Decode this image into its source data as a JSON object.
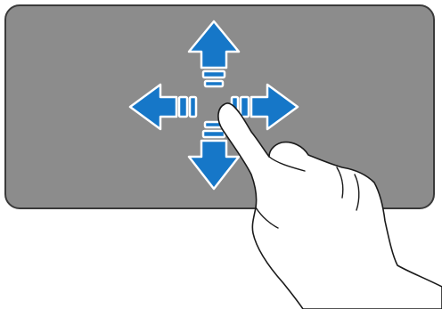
{
  "illustration": {
    "gesture": "drag",
    "directions": [
      "up",
      "down",
      "left",
      "right"
    ],
    "icons": [
      "touchpad-surface",
      "arrow-up-icon",
      "arrow-down-icon",
      "arrow-left-icon",
      "arrow-right-icon",
      "hand-pointer-icon"
    ]
  },
  "colors": {
    "touchpad_fill": "#8c8c8c",
    "touchpad_border": "#3a3a3a",
    "arrow_fill": "#1677c8",
    "arrow_outline": "#ffffff",
    "hand_fill": "#ffffff",
    "hand_outline": "#1a1a1a",
    "background": "#ffffff"
  }
}
